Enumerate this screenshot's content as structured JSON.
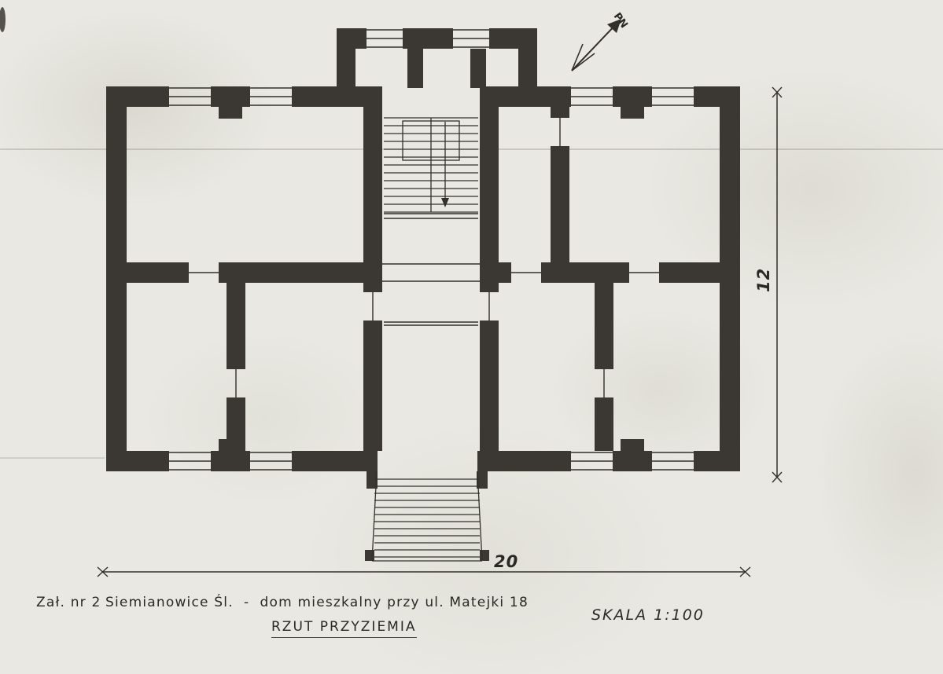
{
  "page": {
    "paper_color": "#e9e8e2",
    "ink_color": "#2b2926"
  },
  "plan": {
    "wall_color": "#3b3733",
    "line_color": "#33302c"
  },
  "north_arrow": {
    "label": "PN"
  },
  "dimensions": {
    "width": "20",
    "height": "12"
  },
  "caption": {
    "attachment": "Zał. nr 2",
    "subject": "Siemianowice Śl.  -  dom mieszkalny przy ul. Matejki 18",
    "title": "RZUT PRZYZIEMIA",
    "scale": "SKALA 1:100"
  }
}
